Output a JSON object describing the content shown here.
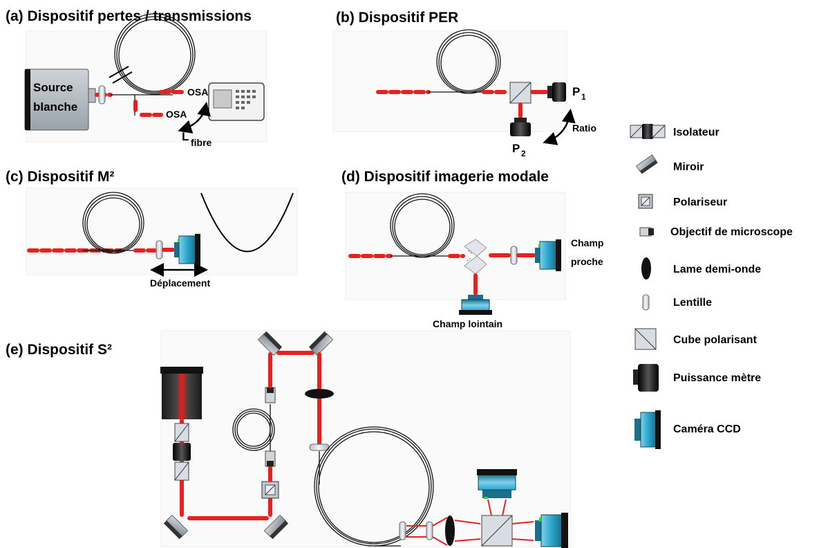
{
  "panels": {
    "a": {
      "title": "(a) Dispositif pertes / transmissions",
      "source_label_1": "Source",
      "source_label_2": "blanche",
      "osa_1": "OSA",
      "osa_2": "OSA",
      "l_main": "L",
      "l_sub": "fibre"
    },
    "b": {
      "title": "(b) Dispositif PER",
      "p1_main": "P",
      "p1_sub": "1",
      "p2_main": "P",
      "p2_sub": "2",
      "ratio": "Ratio"
    },
    "c": {
      "title": "(c) Dispositif M²",
      "deplacement": "Déplacement"
    },
    "d": {
      "title": "(d) Dispositif imagerie modale",
      "champ_proche_1": "Champ",
      "champ_proche_2": "proche",
      "champ_lointain": "Champ lointain"
    },
    "e": {
      "title": "(e) Dispositif S²"
    }
  },
  "legend": {
    "items": [
      {
        "icon": "isolator-icon",
        "label": "Isolateur"
      },
      {
        "icon": "mirror-icon",
        "label": "Miroir"
      },
      {
        "icon": "polarizer-icon",
        "label": "Polariseur"
      },
      {
        "icon": "microscope-objective-icon",
        "label": "Objectif de microscope"
      },
      {
        "icon": "half-wave-plate-icon",
        "label": "Lame demi-onde"
      },
      {
        "icon": "lens-icon",
        "label": "Lentille"
      },
      {
        "icon": "polarizing-cube-icon",
        "label": "Cube polarisant"
      },
      {
        "icon": "power-meter-icon",
        "label": "Puissance mètre"
      },
      {
        "icon": "ccd-camera-icon",
        "label": "Caméra CCD"
      }
    ]
  },
  "colors": {
    "beam": "#e8201e",
    "ccd": "#2aa7cc",
    "dark": "#111111"
  }
}
